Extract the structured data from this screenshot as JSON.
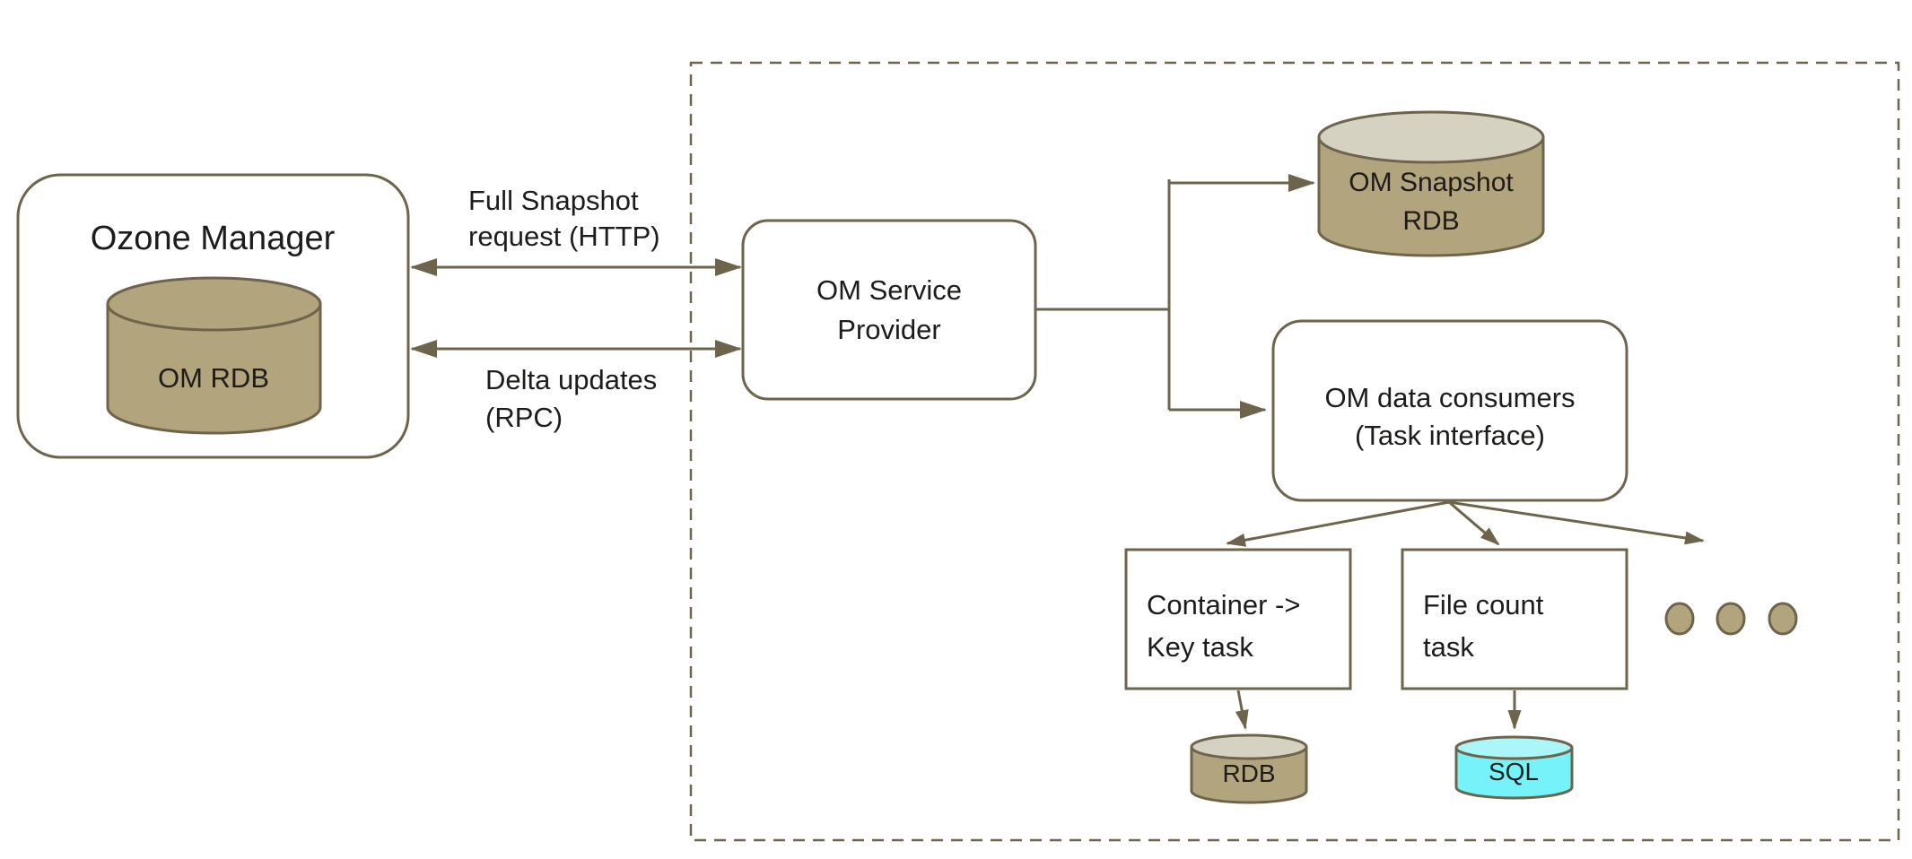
{
  "diagram": {
    "colors": {
      "stroke": "#6e644c",
      "text": "#1e1c1a",
      "khaki": "#b2a47c",
      "khakiLight": "#d6d2c2",
      "cyan": "#75f3f8",
      "cyanLight": "#aaf6f9",
      "background": "#ffffff"
    },
    "nodes": {
      "ozone_manager": {
        "label": "Ozone Manager"
      },
      "om_rdb": {
        "label": "OM RDB"
      },
      "om_service_provider": {
        "line1": "OM Service",
        "line2": "Provider"
      },
      "om_snapshot_rdb": {
        "line1": "OM Snapshot",
        "line2": "RDB"
      },
      "om_data_consumers": {
        "line1": "OM data consumers",
        "line2": "(Task interface)"
      },
      "container_key_task": {
        "line1": "Container ->",
        "line2": "Key task"
      },
      "file_count_task": {
        "line1": "File count",
        "line2": "task"
      },
      "rdb": {
        "label": "RDB"
      },
      "sql": {
        "label": "SQL"
      },
      "ellipsis_dots": {
        "count": 3
      }
    },
    "edge_labels": {
      "full_snapshot": {
        "line1": "Full Snapshot",
        "line2": "request (HTTP)"
      },
      "delta_updates": {
        "line1": "Delta updates",
        "line2": "(RPC)"
      }
    }
  }
}
